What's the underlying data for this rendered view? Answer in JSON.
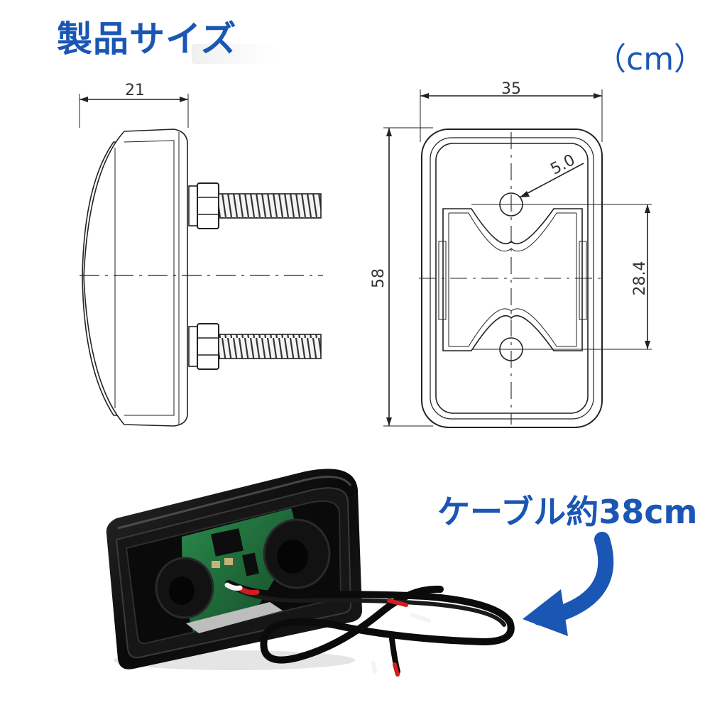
{
  "title": "製品サイズ",
  "unit_label": "（cm）",
  "cable_label": "ケーブル約38cm",
  "side_view": {
    "width_label": "21"
  },
  "front_view": {
    "width_label": "35",
    "height_label": "58",
    "hole_spacing_label": "28.4",
    "hole_diameter_label": "5.0"
  },
  "colors": {
    "accent_blue": "#1a56b4",
    "drawing_line": "#222222",
    "body_black": "#0c0c0c",
    "pcb_green": "#1e6b3a"
  },
  "icons": {
    "arrow": "curved-arrow-icon"
  }
}
